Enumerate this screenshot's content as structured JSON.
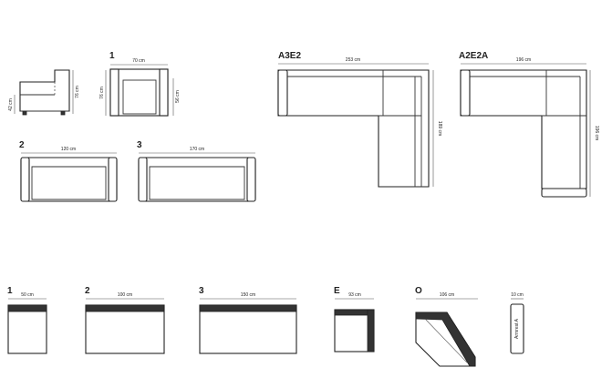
{
  "top": {
    "side_view": {
      "height_total": "76 cm",
      "seat_height": "42 cm"
    },
    "mod1": {
      "label": "1",
      "width": "70 cm",
      "height": "76 cm",
      "depth": "56 cm"
    },
    "mod2": {
      "label": "2",
      "width": "120 cm"
    },
    "mod3": {
      "label": "3",
      "width": "170 cm"
    },
    "a3e2": {
      "label": "A3E2",
      "width": "253 cm",
      "depth": "189 cm"
    },
    "a2e2a": {
      "label": "A2E2A",
      "width": "196 cm",
      "depth": "196 cm"
    }
  },
  "bottom": {
    "b1": {
      "label": "1",
      "width": "50 cm"
    },
    "b2": {
      "label": "2",
      "width": "100 cm"
    },
    "b3": {
      "label": "3",
      "width": "150 cm"
    },
    "bE": {
      "label": "E",
      "width": "93 cm"
    },
    "bO": {
      "label": "O",
      "width": "106 cm"
    },
    "armrest": {
      "width": "10 cm",
      "name": "Armrest A"
    }
  },
  "colors": {
    "line": "#222222",
    "fill": "#ffffff",
    "dark_fill": "#333333"
  }
}
